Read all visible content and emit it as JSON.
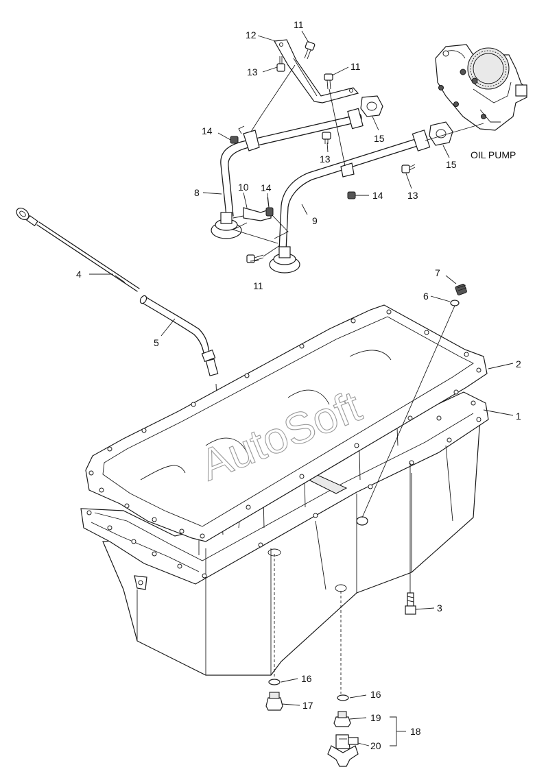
{
  "watermark": "AutoSoft",
  "oil_pump_label": "OIL PUMP",
  "callouts": {
    "c1": "1",
    "c2": "2",
    "c3": "3",
    "c4": "4",
    "c5": "5",
    "c6": "6",
    "c7": "7",
    "c8": "8",
    "c9": "9",
    "c10": "10",
    "c11a": "11",
    "c11b": "11",
    "c11c": "11",
    "c12": "12",
    "c13a": "13",
    "c13b": "13",
    "c13c": "13",
    "c14a": "14",
    "c14b": "14",
    "c14c": "14",
    "c15a": "15",
    "c15b": "15",
    "c16a": "16",
    "c16b": "16",
    "c17": "17",
    "c18": "18",
    "c19": "19",
    "c20": "20"
  }
}
